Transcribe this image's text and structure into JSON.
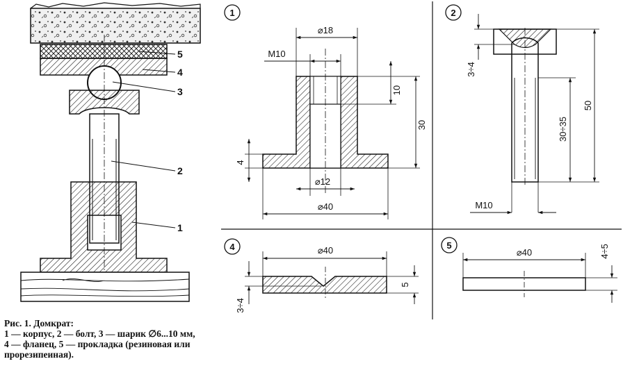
{
  "callouts": {
    "c1": "1",
    "c2": "2",
    "c3": "3",
    "c4": "4",
    "c5": "5"
  },
  "panels": {
    "p1": "1",
    "p2": "2",
    "p4": "4",
    "p5": "5"
  },
  "dims": {
    "p1_d18": "⌀18",
    "p1_m10": "M10",
    "p1_10": "10",
    "p1_30": "30",
    "p1_4": "4",
    "p1_d12": "⌀12",
    "p1_d40": "⌀40",
    "p2_34": "3÷4",
    "p2_50": "50",
    "p2_3035": "30÷35",
    "p2_m10": "M10",
    "p4_d40": "⌀40",
    "p4_5": "5",
    "p4_34": "3÷4",
    "p5_d40": "⌀40",
    "p5_45": "4÷5"
  },
  "caption": {
    "line1": "Рис. 1. Домкрат:",
    "line2": "1 — корпус, 2 — болт, 3 — шарик ∅6...10 мм,",
    "line3": "4 — фланец, 5 — прокладка (резиновая или",
    "line4": "прорезипеиная)."
  },
  "colors": {
    "ink": "#111111",
    "paper": "#ffffff"
  }
}
